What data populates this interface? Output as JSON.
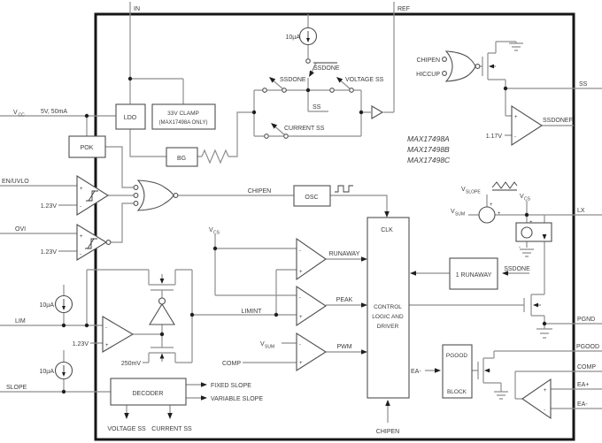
{
  "part": {
    "models": [
      "MAX17498A",
      "MAX17498B",
      "MAX17498C"
    ]
  },
  "pins": {
    "in": "IN",
    "ref": "REF",
    "vcc": {
      "main": "V",
      "sub": "CC"
    },
    "vcc_rating": "5V, 50mA",
    "en_uvlo": "EN/UVLO",
    "ovi": "OVI",
    "lim": "LIM",
    "slope": "SLOPE",
    "ss": "SS",
    "lx": "LX",
    "pgnd": "PGND",
    "pgood": "PGOOD",
    "comp": "COMP",
    "ea_plus": "EA+",
    "ea_minus": "EA-"
  },
  "blocks": {
    "ldo": "LDO",
    "clamp_line1": "33V CLAMP",
    "clamp_line2": "(MAX17498A ONLY)",
    "pok": "POK",
    "bg": "BG",
    "osc": "OSC",
    "decoder": "DECODER",
    "one_runaway": "1 RUNAWAY",
    "clk": "CLK",
    "control_line1": "CONTROL",
    "control_line2": "LOGIC AND",
    "control_line3": "DRIVER",
    "pgood_line1": "PGOOD",
    "pgood_line2": "BLOCK"
  },
  "signals": {
    "chipen": "CHIPEN",
    "hiccup": "HICCUP",
    "ssdone": "SSDONE",
    "ssdone_bar": "SSDONE",
    "voltage_ss": "VOLTAGE SS",
    "current_ss": "CURRENT SS",
    "ss_net": "SS",
    "runaway": "RUNAWAY",
    "peak": "PEAK",
    "pwm": "PWM",
    "limint": "LIMINT",
    "ssdonef": "SSDONEF",
    "fixed_slope": "FIXED SLOPE",
    "variable_slope": "VARIABLE SLOPE",
    "ea_minus": "EA-"
  },
  "values": {
    "i_10ua": "10µA",
    "v_1_23": "1.23V",
    "v_1_17": "1.17V",
    "v_250mv": "250mV"
  },
  "netlabels": {
    "vcs": {
      "main": "V",
      "sub": "CS"
    },
    "vsum": {
      "main": "V",
      "sub": "SUM"
    },
    "vslope": {
      "main": "V",
      "sub": "SLOPE"
    },
    "comp_in": "COMP"
  },
  "glyphs": {
    "plus": "+",
    "minus": "-"
  },
  "colors": {
    "wire": "#8e8e8e",
    "ink": "#3b3b3b",
    "border": "#161616",
    "background": "#ffffff"
  }
}
